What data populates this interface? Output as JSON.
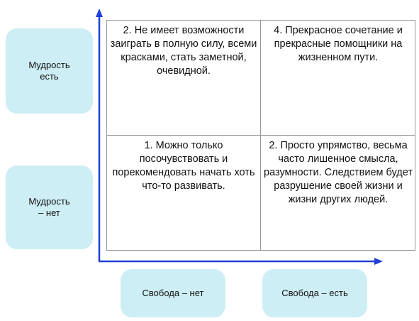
{
  "y_axis": {
    "top_label": "Мудрость\nесть",
    "bottom_label": "Мудрость\n– нет"
  },
  "x_axis": {
    "left_label": "Свобода – нет",
    "right_label": "Свобода – есть"
  },
  "matrix": {
    "top_left": "2. Не имеет возможности заиграть в полную силу, всеми красками, стать заметной, очевидной.",
    "top_right": "4. Прекрасное сочетание и прекрасные помощники на жизненном пути.",
    "bottom_left": "1. Можно только посочувствовать и порекомендовать начать хоть что-то развивать.",
    "bottom_right": "2. Просто упрямство, весьма часто лишенное смысла, разумности. Следствием будет разрушение своей жизни и жизни других людей."
  },
  "colors": {
    "label_fill": "#cdeef4",
    "axis": "#1f3fd6",
    "grid_line": "#999999"
  }
}
